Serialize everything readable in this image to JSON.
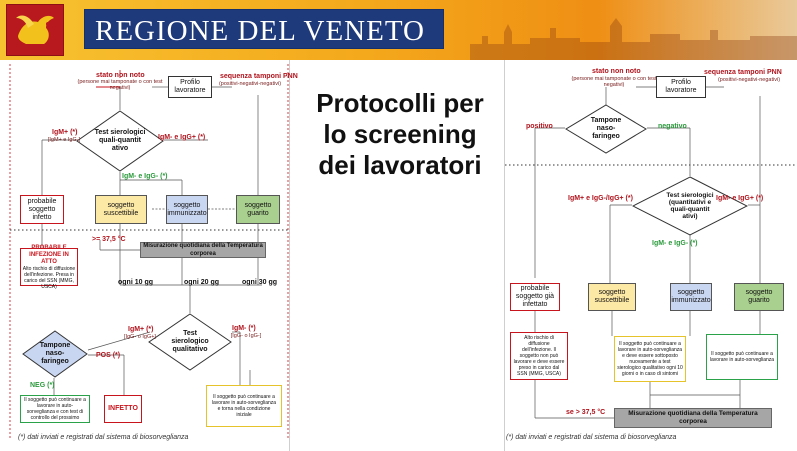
{
  "banner": {
    "title": "REGIONE DEL VENETO"
  },
  "headline": {
    "line1": "Protocolli per",
    "line2": "lo screening",
    "line3": "dei lavoratori"
  },
  "left": {
    "stato_non_noto": "stato non noto",
    "stato_note": "(persone mai tamponate o con test negativi)",
    "profilo": "Profilo lavoratore",
    "sequenza": "sequenza tamponi PNN",
    "sequenza_note": "(positivi-negativi-negativi)",
    "test": "Test sierologici quali-quantit ativo",
    "igm_pos": "IgM+ (*)",
    "igm_pos_note": "[IgM+ e IgG-]",
    "igm_igg_pos": "IgM- e IgG+ (*)",
    "igm_igg_neg": "IgM- e IgG- (*)",
    "probabile": "probabile soggetto infetto",
    "suscettibile": "soggetto suscettibile",
    "immunizzato": "soggetto immunizzato",
    "guarito": "soggetto guarito",
    "temp_cond": ">= 37,5 °C",
    "misurazione": "Misurazione quotidiana della Temperatura corporea",
    "infezione_title": "PROBABILE INFEZIONE IN ATTO",
    "infezione_body": "Alto rischio di diffusione dell'infezione. Presa in carico del SSN (MMG, USCA)",
    "ogni10": "ogni 10 gg",
    "ogni20": "ogni 20 gg",
    "ogni30": "ogni 30 gg",
    "tampone": "Tampone naso-faringeo",
    "pos": "POS (*)",
    "neg": "NEG (*)",
    "test_qual": "Test sierologico qualitativo",
    "igm_qual_pos": "IgM+ (*)",
    "igm_qual_pos_note": "[IgG- o IgG+]",
    "igm_qual_neg": "IgM- (*)",
    "igm_qual_neg_note": "[IgG- o IgG-]",
    "neg_box": "Il soggetto può continuare a lavorare in auto-sorveglianza e con test di controllo del prossimo",
    "infetto": "INFETTO",
    "cont_box": "Il soggetto può continuare a lavorare in auto-sorveglianza e torna nella condizione iniziale",
    "footer": "(*) dati inviati e registrati dal sistema di biosorveglianza"
  },
  "right": {
    "stato_non_noto": "stato non noto",
    "stato_note": "(persone mai tamponate o con test negativi)",
    "profilo": "Profilo lavoratore",
    "sequenza": "sequenza tamponi PNN",
    "sequenza_note": "(positivi-negativi-negativi)",
    "positivo": "positivo",
    "negativo": "negativo",
    "tampone": "Tampone naso-faringeo",
    "test": "Test sierologici (quantitativi e quali-quantit ativi)",
    "igm_pos": "IgM+ e IgG-/IgG+ (*)",
    "igm_igg_pos": "IgM- e IgG+ (*)",
    "igm_igg_neg": "IgM- e IgG- (*)",
    "probabile": "probabile soggetto già infettato",
    "suscettibile": "soggetto suscettibile",
    "immunizzato": "soggetto immunizzato",
    "guarito": "soggetto guarito",
    "box1": "Alto rischio di diffusione dell'infezione. Il soggetto non può lavorare e deve essere preso in carico dal SSN (MMG, USCA)",
    "box2": "Il soggetto può continuare a lavorare in auto-sorveglianza e deve essere sottoposto nuovamente a test sierologico qualitativo ogni 10 giorni o in caso di sintomi",
    "box3": "Il soggetto può continuare a lavorare in auto-sorveglianza",
    "temp_cond": "se > 37,5 °C",
    "misurazione": "Misurazione quotidiana della Temperatura corporea",
    "footer": "(*) dati inviati e registrati dal sistema di biosorveglianza"
  },
  "colors": {
    "red_border": "#c8141c",
    "yellow_fill": "#fde9a6",
    "blue_fill": "#c9d6f1",
    "green_fill": "#a9d08e",
    "green_border": "#2aa24a",
    "gray_fill": "#a6a6a6"
  }
}
